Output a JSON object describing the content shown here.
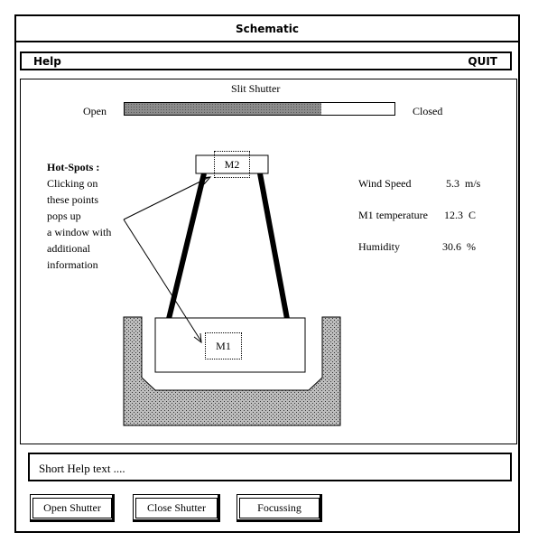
{
  "window": {
    "title": "Schematic"
  },
  "menu": {
    "help": "Help",
    "quit": "QUIT"
  },
  "shutter": {
    "title": "Slit  Shutter",
    "open_label": "Open",
    "closed_label": "Closed",
    "closed_fraction": 0.73
  },
  "hotspots_note": {
    "heading": "Hot-Spots :",
    "lines": [
      "Clicking on",
      "these points",
      "pops up",
      "a window with",
      "additional",
      "information"
    ]
  },
  "mirrors": {
    "m2": "M2",
    "m1": "M1"
  },
  "readings": [
    {
      "label": "Wind Speed",
      "value": "5.3",
      "unit": "m/s"
    },
    {
      "label": "M1 temperature",
      "value": "12.3",
      "unit": "C"
    },
    {
      "label": "Humidity",
      "value": "30.6",
      "unit": "%"
    }
  ],
  "help_text": "Short Help text ....",
  "buttons": {
    "open": "Open Shutter",
    "close": "Close Shutter",
    "focus": "Focussing"
  }
}
